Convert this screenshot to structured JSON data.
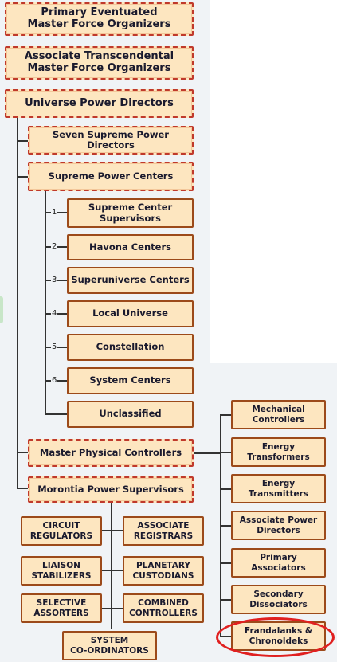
{
  "boxes": {
    "primary_eventuated": "Primary Eventuated\nMaster Force Organizers",
    "associate_transcendental": "Associate Transcendental\nMaster Force Organizers",
    "universe_power_directors": "Universe Power Directors",
    "seven_supreme": "Seven Supreme Power Directors",
    "supreme_power_centers": "Supreme Power Centers",
    "supreme_center_supervisors": "Supreme Center\nSupervisors",
    "havona_centers": "Havona Centers",
    "superuniverse_centers": "Superuniverse Centers",
    "local_universe": "Local Universe",
    "constellation": "Constellation",
    "system_centers": "System Centers",
    "unclassified": "Unclassified",
    "master_physical_controllers": "Master Physical Controllers",
    "morontia_power_supervisors": "Morontia Power Supervisors",
    "circuit_regulators": "CIRCUIT\nREGULATORS",
    "associate_registrars": "ASSOCIATE\nREGISTRARS",
    "liaison_stabilizers": "LIAISON\nSTABILIZERS",
    "planetary_custodians": "PLANETARY\nCUSTODIANS",
    "selective_assorters": "SELECTIVE\nASSORTERS",
    "combined_controllers": "COMBINED\nCONTROLLERS",
    "system_coordinators": "SYSTEM\nCO-ORDINATORS",
    "mechanical_controllers": "Mechanical\nControllers",
    "energy_transformers": "Energy\nTransformers",
    "energy_transmitters": "Energy\nTransmitters",
    "associate_power_directors": "Associate Power\nDirectors",
    "primary_associators": "Primary\nAssociators",
    "secondary_dissociators": "Secondary\nDissociators",
    "frandalanks_chronoldeks": "Frandalanks &\nChronoldeks"
  },
  "numbers": [
    "1",
    "2",
    "3",
    "4",
    "5",
    "6"
  ],
  "colors": {
    "box_fill": "#fde6c0",
    "box_border": "#9c4a1a",
    "dashed_border": "#c0392b",
    "highlight_ellipse": "#e02020",
    "panel": "#f0f3f6"
  }
}
